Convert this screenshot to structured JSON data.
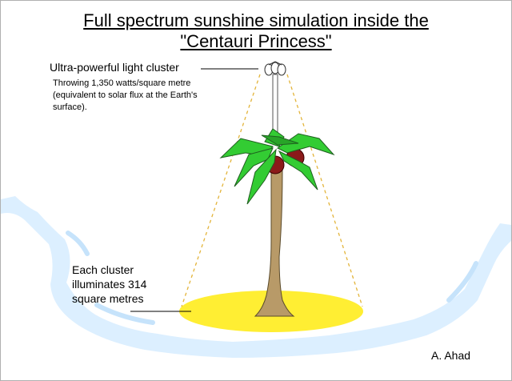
{
  "title": {
    "line1": "Full spectrum sunshine simulation inside the",
    "line2": "\"Centauri Princess\""
  },
  "labels": {
    "light_cluster": "Ultra-powerful light cluster",
    "light_description": "Throwing 1,350 watts/square metre (equivalent to solar flux at the Earth's surface).",
    "illumination_area": "Each cluster illuminates 314 square metres"
  },
  "author": "A. Ahad",
  "colors": {
    "water": "#dcefff",
    "lit_area": "#ffee33",
    "beam": "#e3b43a",
    "trunk": "#b89a68",
    "leaf": "#33cc33",
    "leaf_dark": "#1f7a1f",
    "coconut": "#8b1a1a"
  },
  "icons": [
    "light-cluster-icon",
    "palm-tree-icon"
  ]
}
